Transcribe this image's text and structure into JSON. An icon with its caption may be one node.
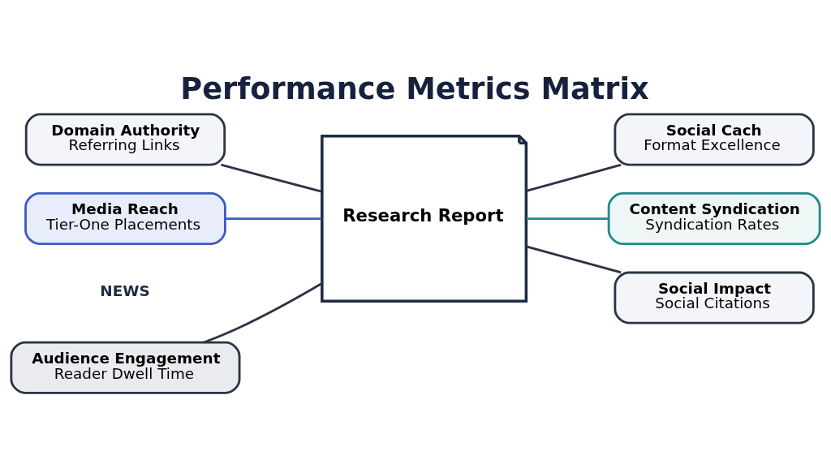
{
  "diagram": {
    "title": "Performance Metrics Matrix",
    "nodes": [
      {
        "text": [
          "Research Report"
        ]
      },
      {
        "text": [
          "Domain Authority",
          "Referring Links"
        ]
      },
      {
        "text": [
          "Media Reach",
          "Tier-One Placements"
        ]
      },
      {
        "text": [
          "Audience Engagement",
          "Reader Dwell Time"
        ]
      },
      {
        "text": [
          "Social Cach",
          "Format Excellence"
        ]
      },
      {
        "text": [
          "Content Syndication",
          "Syndication Rates"
        ]
      },
      {
        "text": [
          "Social Impact",
          "Social Citations"
        ]
      }
    ],
    "edges": [
      {
        "from": 1,
        "to": 0,
        "arrow": "none"
      },
      {
        "from": 2,
        "to": 0,
        "arrow": "none",
        "color": "#3b5bc4"
      },
      {
        "from": 3,
        "to": 0,
        "arrow": "none"
      },
      {
        "from": 0,
        "to": 4,
        "arrow": "none"
      },
      {
        "from": 0,
        "to": 5,
        "arrow": "none",
        "color": "#1f8a8a"
      },
      {
        "from": 0,
        "to": 6,
        "arrow": "none"
      }
    ],
    "labels": [
      "NEWS"
    ]
  }
}
